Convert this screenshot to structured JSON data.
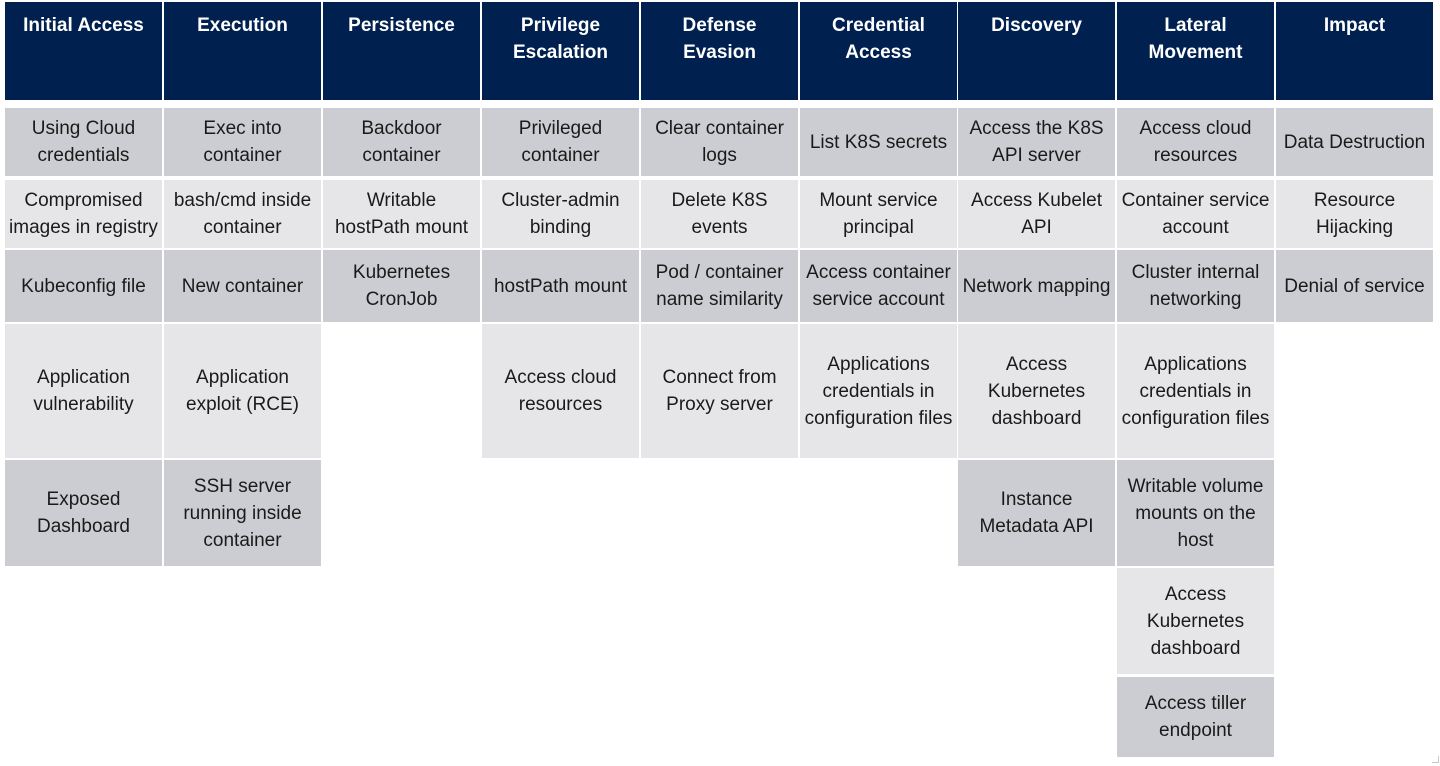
{
  "matrix": {
    "colors": {
      "header_bg": "#002050",
      "header_text": "#ffffff",
      "cell_dark": "#cccdd2",
      "cell_light": "#e6e6e9",
      "cell_text": "#1a1a1a"
    },
    "columns": [
      {
        "title": "Initial Access",
        "techniques": [
          "Using Cloud credentials",
          "Compromised images in registry",
          "Kubeconfig file",
          "Application vulnerability",
          "Exposed Dashboard"
        ]
      },
      {
        "title": "Execution",
        "techniques": [
          "Exec into container",
          "bash/cmd inside container",
          "New container",
          "Application exploit (RCE)",
          "SSH server running inside container"
        ]
      },
      {
        "title": "Persistence",
        "techniques": [
          "Backdoor container",
          "Writable hostPath mount",
          "Kubernetes CronJob"
        ]
      },
      {
        "title": "Privilege Escalation",
        "techniques": [
          "Privileged container",
          "Cluster-admin binding",
          "hostPath mount",
          "Access cloud resources"
        ]
      },
      {
        "title": "Defense Evasion",
        "techniques": [
          "Clear container logs",
          "Delete K8S events",
          "Pod / container name similarity",
          "Connect from Proxy server"
        ]
      },
      {
        "title": "Credential Access",
        "techniques": [
          "List K8S secrets",
          "Mount service principal",
          "Access container service account",
          "Applications credentials in configuration files"
        ]
      },
      {
        "title": "Discovery",
        "techniques": [
          "Access the K8S API server",
          "Access Kubelet API",
          "Network mapping",
          "Access Kubernetes dashboard",
          "Instance Metadata API"
        ]
      },
      {
        "title": "Lateral Movement",
        "techniques": [
          "Access cloud resources",
          "Container service account",
          "Cluster internal networking",
          "Applications credentials in configuration files",
          "Writable volume mounts on the host",
          "Access Kubernetes dashboard",
          "Access tiller endpoint"
        ]
      },
      {
        "title": "Impact",
        "techniques": [
          "Data Destruction",
          "Resource Hijacking",
          "Denial of service"
        ]
      }
    ]
  }
}
